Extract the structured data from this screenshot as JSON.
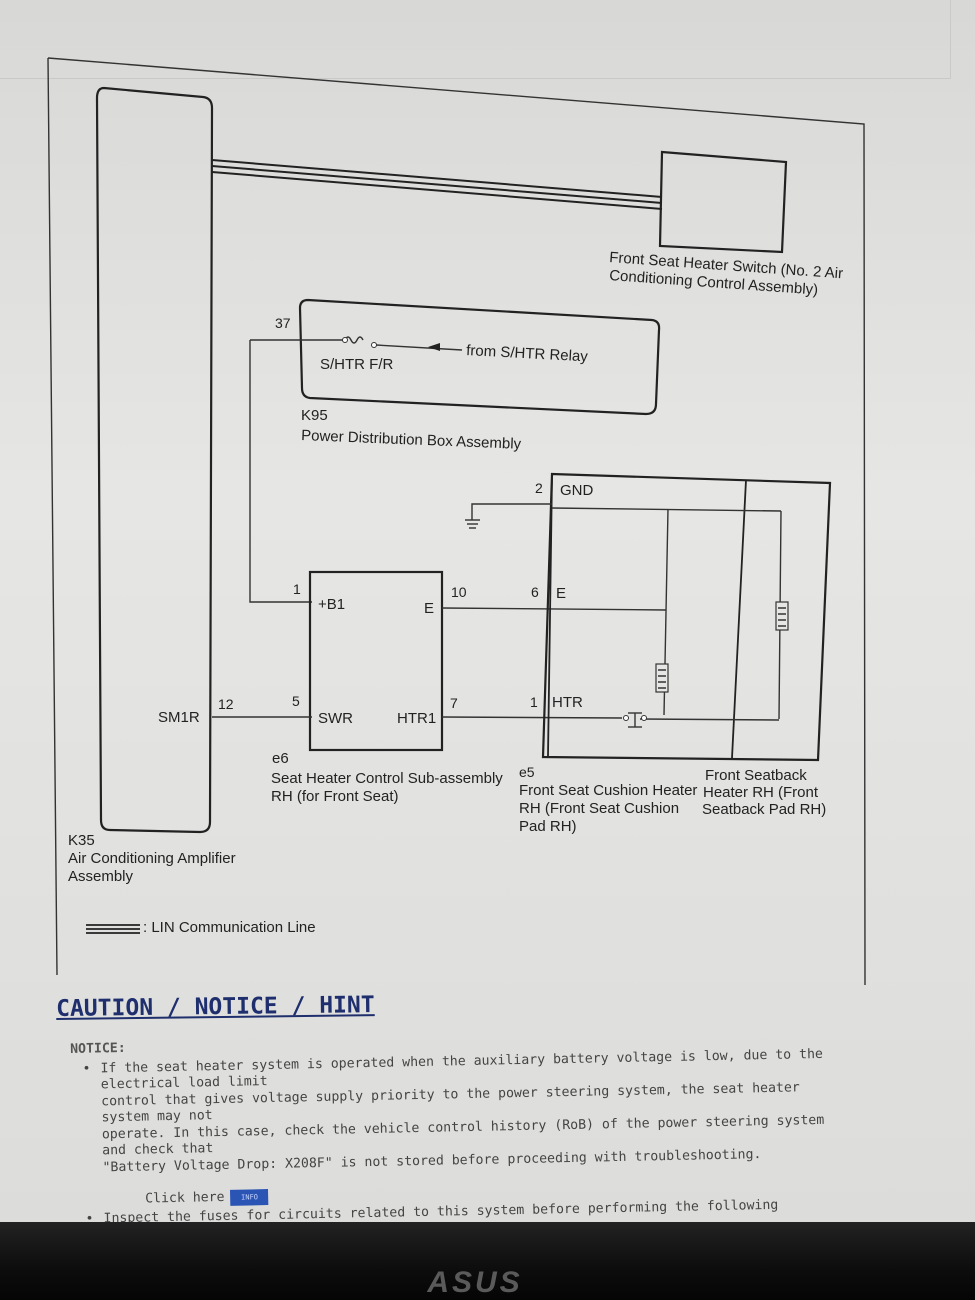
{
  "diagram": {
    "lin_component": "Front Seat Heater Switch (No. 2 Air Conditioning Control Assembly)",
    "lin_component_lines": [
      "Front Seat Heater Switch (No. 2 Air",
      "Conditioning Control Assembly)"
    ],
    "pdb": {
      "pin": "37",
      "fuse": "S/HTR F/R",
      "source": "from S/HTR Relay",
      "code": "K95",
      "name": "Power Distribution Box Assembly"
    },
    "amplifier": {
      "terminal": "SM1R",
      "pin": "12",
      "code": "K35",
      "name_lines": [
        "Air Conditioning Amplifier",
        "Assembly"
      ]
    },
    "controller": {
      "code": "e6",
      "name_lines": [
        "Seat Heater Control Sub-assembly",
        "RH (for Front Seat)"
      ],
      "terminals": [
        {
          "pin": "1",
          "name": "+B1"
        },
        {
          "pin": "10",
          "name": "E"
        },
        {
          "pin": "5",
          "name": "SWR"
        },
        {
          "pin": "7",
          "name": "HTR1"
        }
      ]
    },
    "heater": {
      "terminals": [
        {
          "pin": "2",
          "name": "GND"
        },
        {
          "pin": "6",
          "name": "E"
        },
        {
          "pin": "1",
          "name": "HTR"
        }
      ],
      "cushion_code": "e5",
      "cushion_lines": [
        "Front Seat Cushion Heater",
        "RH (Front Seat Cushion",
        "Pad RH)"
      ],
      "seatback_lines": [
        "Front Seatback",
        "Heater RH (Front",
        "Seatback Pad RH)"
      ]
    },
    "legend": ": LIN Communication Line"
  },
  "notes": {
    "heading": "CAUTION / NOTICE / HINT",
    "notice_title": "NOTICE:",
    "bullet1_lines": [
      "If the seat heater system is operated when the auxiliary battery voltage is low, due to the electrical load limit",
      "control that gives voltage supply priority to the power steering system, the seat heater system may not",
      "operate. In this case, check the vehicle control history (RoB) of the power steering system and check that",
      "\"Battery Voltage Drop: X208F\" is not stored before proceeding with troubleshooting."
    ],
    "click_here": "Click here",
    "info_badge": "INFO",
    "bullet2": "Inspect the fuses for circuits related to this system before performing the following procedure."
  },
  "brand": "ASUS"
}
